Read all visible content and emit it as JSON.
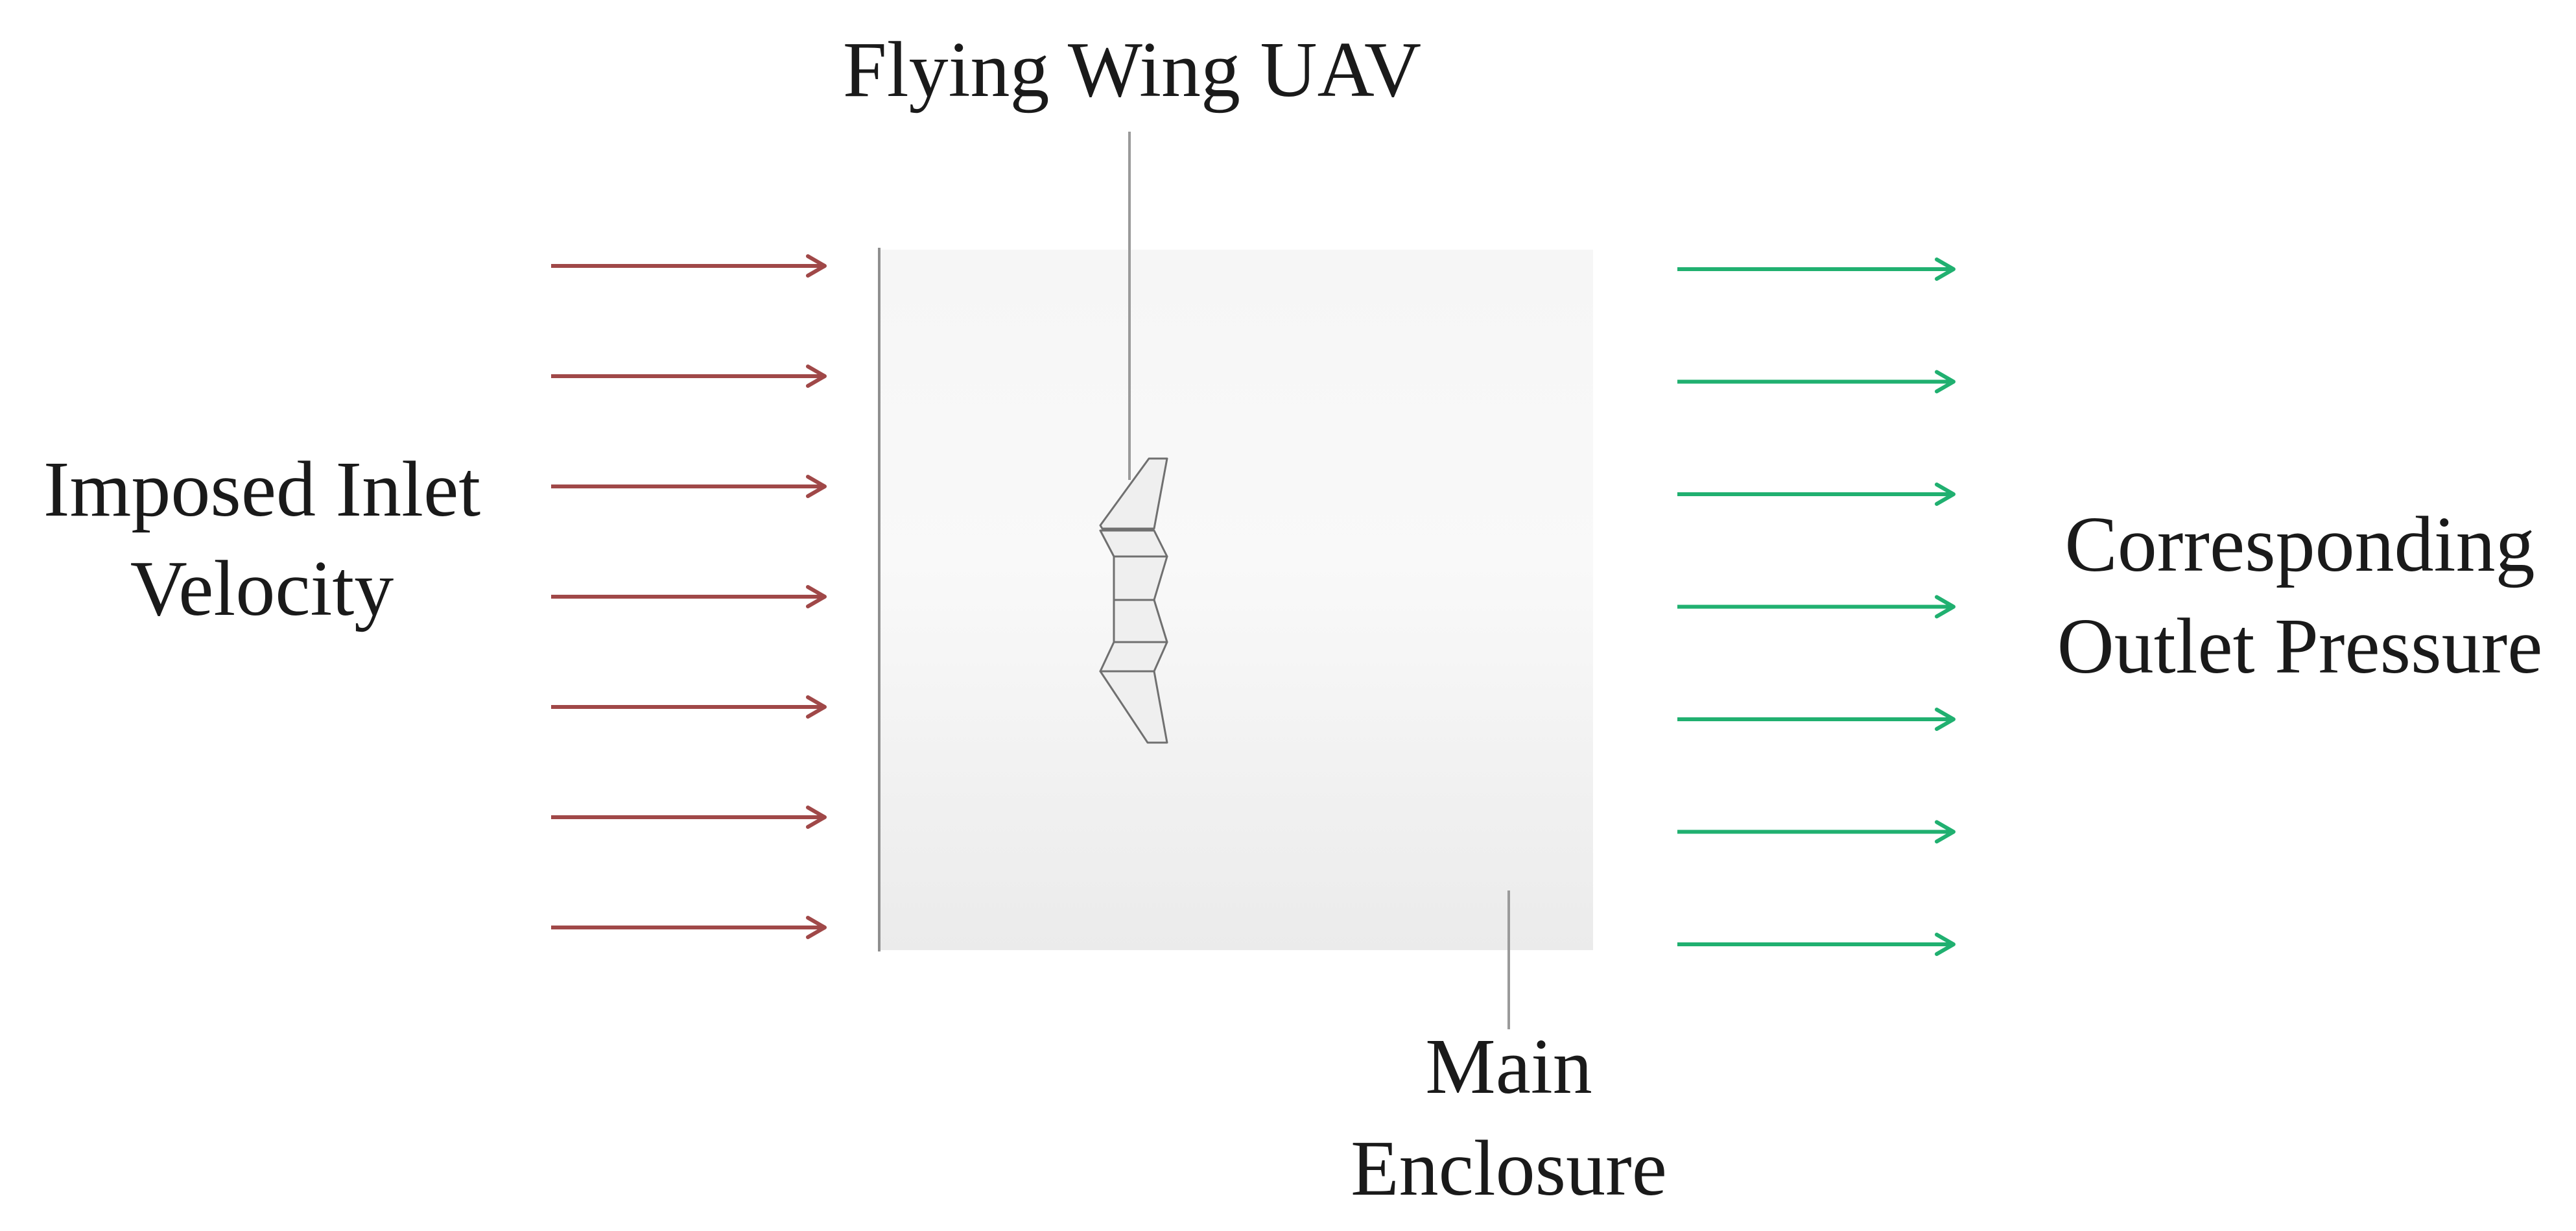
{
  "labels": {
    "uav": "Flying Wing UAV",
    "inlet_line1": "Imposed Inlet",
    "inlet_line2": "Velocity",
    "outlet_line1": "Corresponding",
    "outlet_line2": "Outlet Pressure",
    "enclosure_line1": "Main",
    "enclosure_line2": "Enclosure"
  },
  "colors": {
    "inlet_arrow": "#a04848",
    "outlet_arrow": "#20b070",
    "enclosure_fill_top": "#f7f7f7",
    "enclosure_fill_bottom": "#ececec",
    "leader_line": "#9a9a9a",
    "text": "#1a1a1a"
  },
  "arrows": {
    "inlet_count": 7,
    "outlet_count": 7
  }
}
